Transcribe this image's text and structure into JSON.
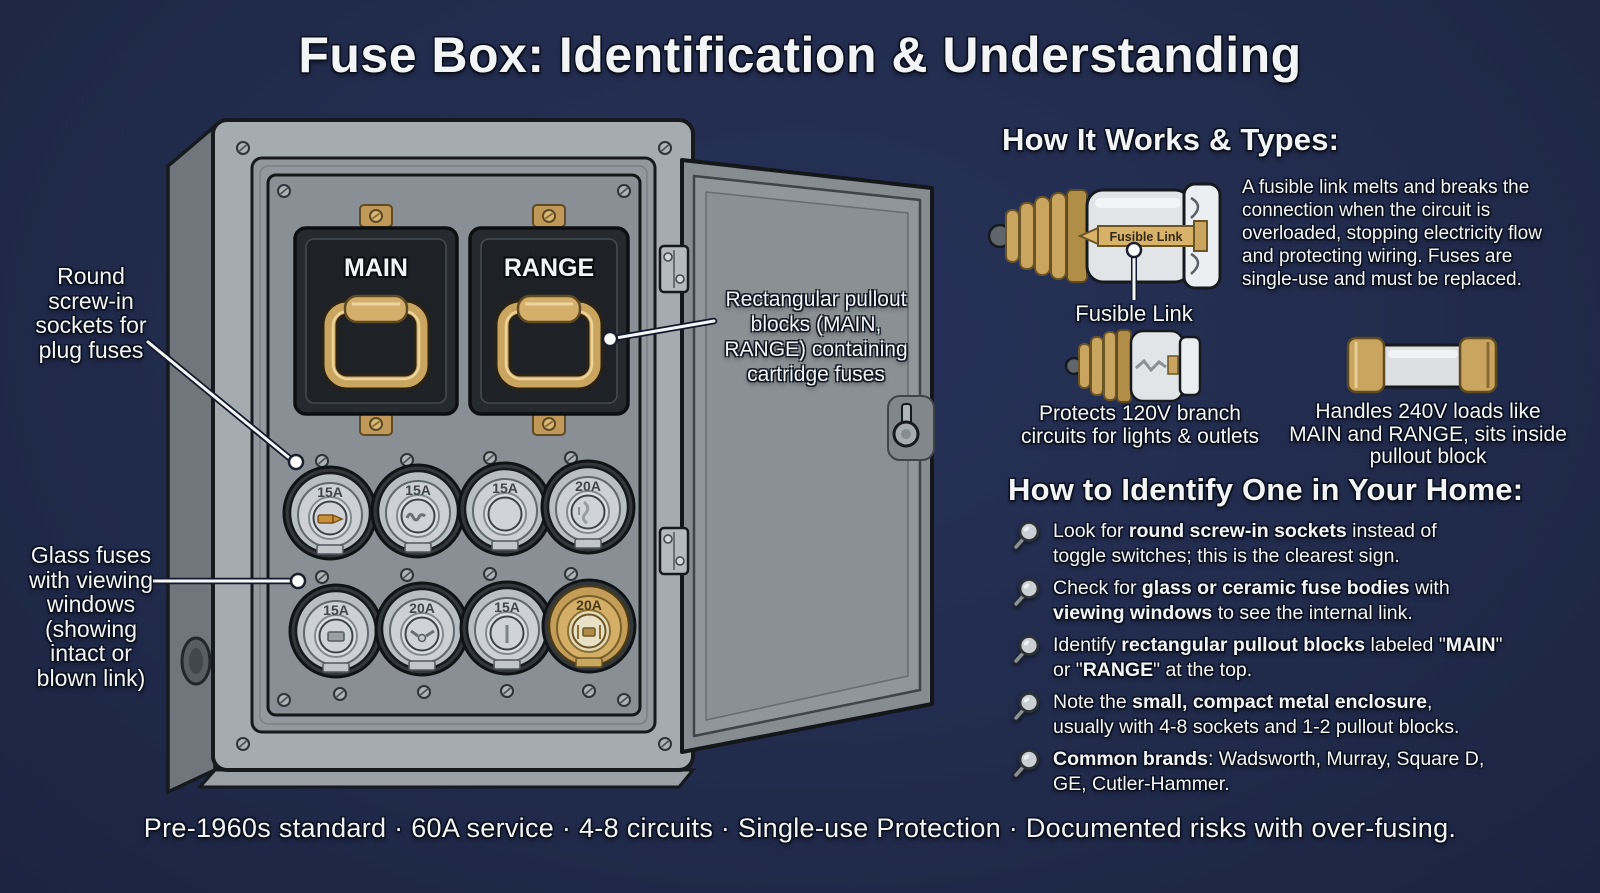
{
  "title": "Fuse Box: Identification & Understanding",
  "colors": {
    "background": "#212b4c",
    "enclosure_metal": "#a6abb0",
    "panel_metal": "#8d9297",
    "block_charcoal": "#26292e",
    "brass": "#c9a55f",
    "text": "#f2f4f6"
  },
  "fusebox": {
    "pullout_blocks": [
      "MAIN",
      "RANGE"
    ],
    "fuse_rows": [
      [
        "15A",
        "15A",
        "15A",
        "20A"
      ],
      [
        "15A",
        "20A",
        "15A",
        "20A"
      ]
    ],
    "annotations": {
      "sockets": "Round\nscrew-in\nsockets for\nplug fuses",
      "glass": "Glass fuses\nwith viewing\nwindows\n(showing\nintact or\nblown link)",
      "pullout": "Rectangular pullout\nblocks (MAIN,\nRANGE) containing\ncartridge fuses"
    }
  },
  "how_it_works": {
    "heading": "How It Works & Types:",
    "fusible_link_label": "Fusible Link",
    "fusible_link_caption": "Fusible Link",
    "description": "A fusible link melts and breaks the\nconnection when the circuit is\noverloaded, stopping electricity flow\nand protecting wiring. Fuses are\nsingle-use and must be replaced.",
    "plug_fuse_caption": "Protects 120V branch\ncircuits for lights & outlets",
    "cartridge_fuse_caption": "Handles 240V loads like\nMAIN and RANGE, sits inside\npullout block"
  },
  "identify": {
    "heading": "How to Identify One in Your Home:",
    "bullets": [
      {
        "segments": [
          {
            "t": "Look for "
          },
          {
            "t": "round screw-in sockets",
            "b": true
          },
          {
            "t": " instead of\ntoggle switches; this is the clearest sign."
          }
        ]
      },
      {
        "segments": [
          {
            "t": "Check for "
          },
          {
            "t": "glass or ceramic fuse bodies",
            "b": true
          },
          {
            "t": " with\n"
          },
          {
            "t": "viewing windows",
            "b": true
          },
          {
            "t": " to see the internal link."
          }
        ]
      },
      {
        "segments": [
          {
            "t": "Identify "
          },
          {
            "t": "rectangular pullout blocks",
            "b": true
          },
          {
            "t": " labeled \""
          },
          {
            "t": "MAIN",
            "b": true
          },
          {
            "t": "\"\nor \""
          },
          {
            "t": "RANGE",
            "b": true
          },
          {
            "t": "\" at the top."
          }
        ]
      },
      {
        "segments": [
          {
            "t": "Note the "
          },
          {
            "t": "small, compact metal enclosure",
            "b": true
          },
          {
            "t": ",\nusually with 4-8 sockets and 1-2 pullout blocks."
          }
        ]
      },
      {
        "segments": [
          {
            "t": "Common brands",
            "b": true
          },
          {
            "t": ": Wadsworth, Murray, Square D,\nGE, Cutler-Hammer."
          }
        ]
      }
    ]
  },
  "footer": "Pre-1960s standard · 60A service · 4-8 circuits · Single-use Protection · Documented risks with over-fusing."
}
